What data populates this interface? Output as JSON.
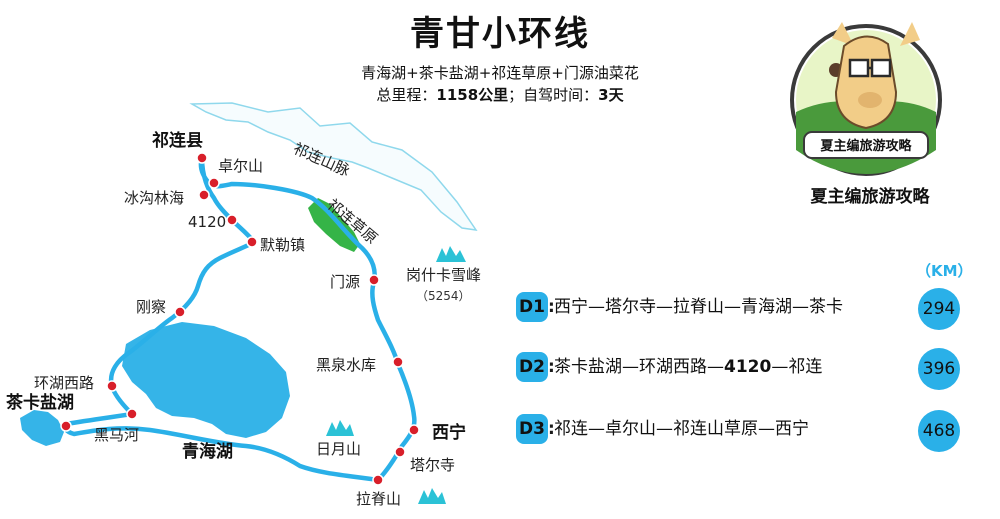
{
  "title": "青甘小环线",
  "subtitle": "青海湖+茶卡盐湖+祁连草原+门源油菜花",
  "stats": {
    "distance_label": "总里程：",
    "distance_value": "1158公里",
    "sep": "；自驾时间：",
    "time_value": "3天"
  },
  "brand": {
    "badge_text": "夏主编旅游攻略",
    "name": "夏主编旅游攻略"
  },
  "map": {
    "mountain_range": "祁连山脉",
    "grassland": "祁连草原",
    "peak_name": "岗什卡雪峰",
    "peak_elevation": "（5254）",
    "places": {
      "qilian_county": "祁连县",
      "zhuoershan": "卓尔山",
      "binggou": "冰沟林海",
      "p4120": "4120",
      "molezhen": "默勒镇",
      "menyuan": "门源",
      "gangcha": "刚察",
      "heiquan": "黑泉水库",
      "xining": "西宁",
      "taersi": "塔尔寺",
      "lajishan": "拉脊山",
      "riyueshan": "日月山",
      "qinghaihu": "青海湖",
      "heimahe": "黑马河",
      "huanhuxilu": "环湖西路",
      "chaka": "茶卡盐湖"
    }
  },
  "itinerary": {
    "unit_header": "（KM）",
    "days": [
      {
        "tag": "D1",
        "colon": ":",
        "route": "西宁—塔尔寺—拉脊山—青海湖—茶卡",
        "km": "294"
      },
      {
        "tag": "D2",
        "colon": ":",
        "route_pre": "茶卡盐湖—环湖西路—",
        "route_bold": "4120",
        "route_post": "—祁连",
        "km": "396"
      },
      {
        "tag": "D3",
        "colon": ":",
        "route": "祁连—卓尔山—祁连山草原—西宁",
        "km": "468"
      }
    ]
  },
  "colors": {
    "route": "#2ab0e8",
    "lake": "#35b4e8",
    "stop": "#d81f2a",
    "grass": "#35b447",
    "mountain": "#7fd3ea",
    "snow": "#2bc2d6"
  }
}
